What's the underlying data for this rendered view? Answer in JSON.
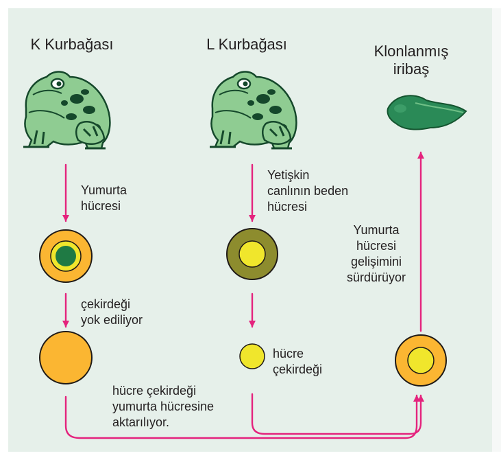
{
  "titles": {
    "frog_k": "K Kurbağası",
    "frog_l": "L Kurbağası",
    "tadpole": "Klonlanmış\niribaş"
  },
  "labels": {
    "egg_cell": "Yumurta\nhücresi",
    "adult_body_cell": "Yetişkin\ncanlının beden\nhücresi",
    "nucleus_destroyed": "çekirdeği\nyok ediliyor",
    "cell_nucleus": "hücre\nçekirdeği",
    "nucleus_transferred": "hücre çekirdeği\nyumurta hücresine\naktarılıyor.",
    "egg_development": "Yumurta\nhücresi\ngelişimini\nsürdürüyor"
  },
  "colors": {
    "background": "#e6f0ea",
    "arrow": "#e4237d",
    "yolk_orange": "#fbb632",
    "nucleus_green": "#1f7a44",
    "olive": "#8d8c2e",
    "nucleus_yellow": "#f0e62c",
    "frog_green": "#8fcc92",
    "frog_dark": "#15482b"
  }
}
